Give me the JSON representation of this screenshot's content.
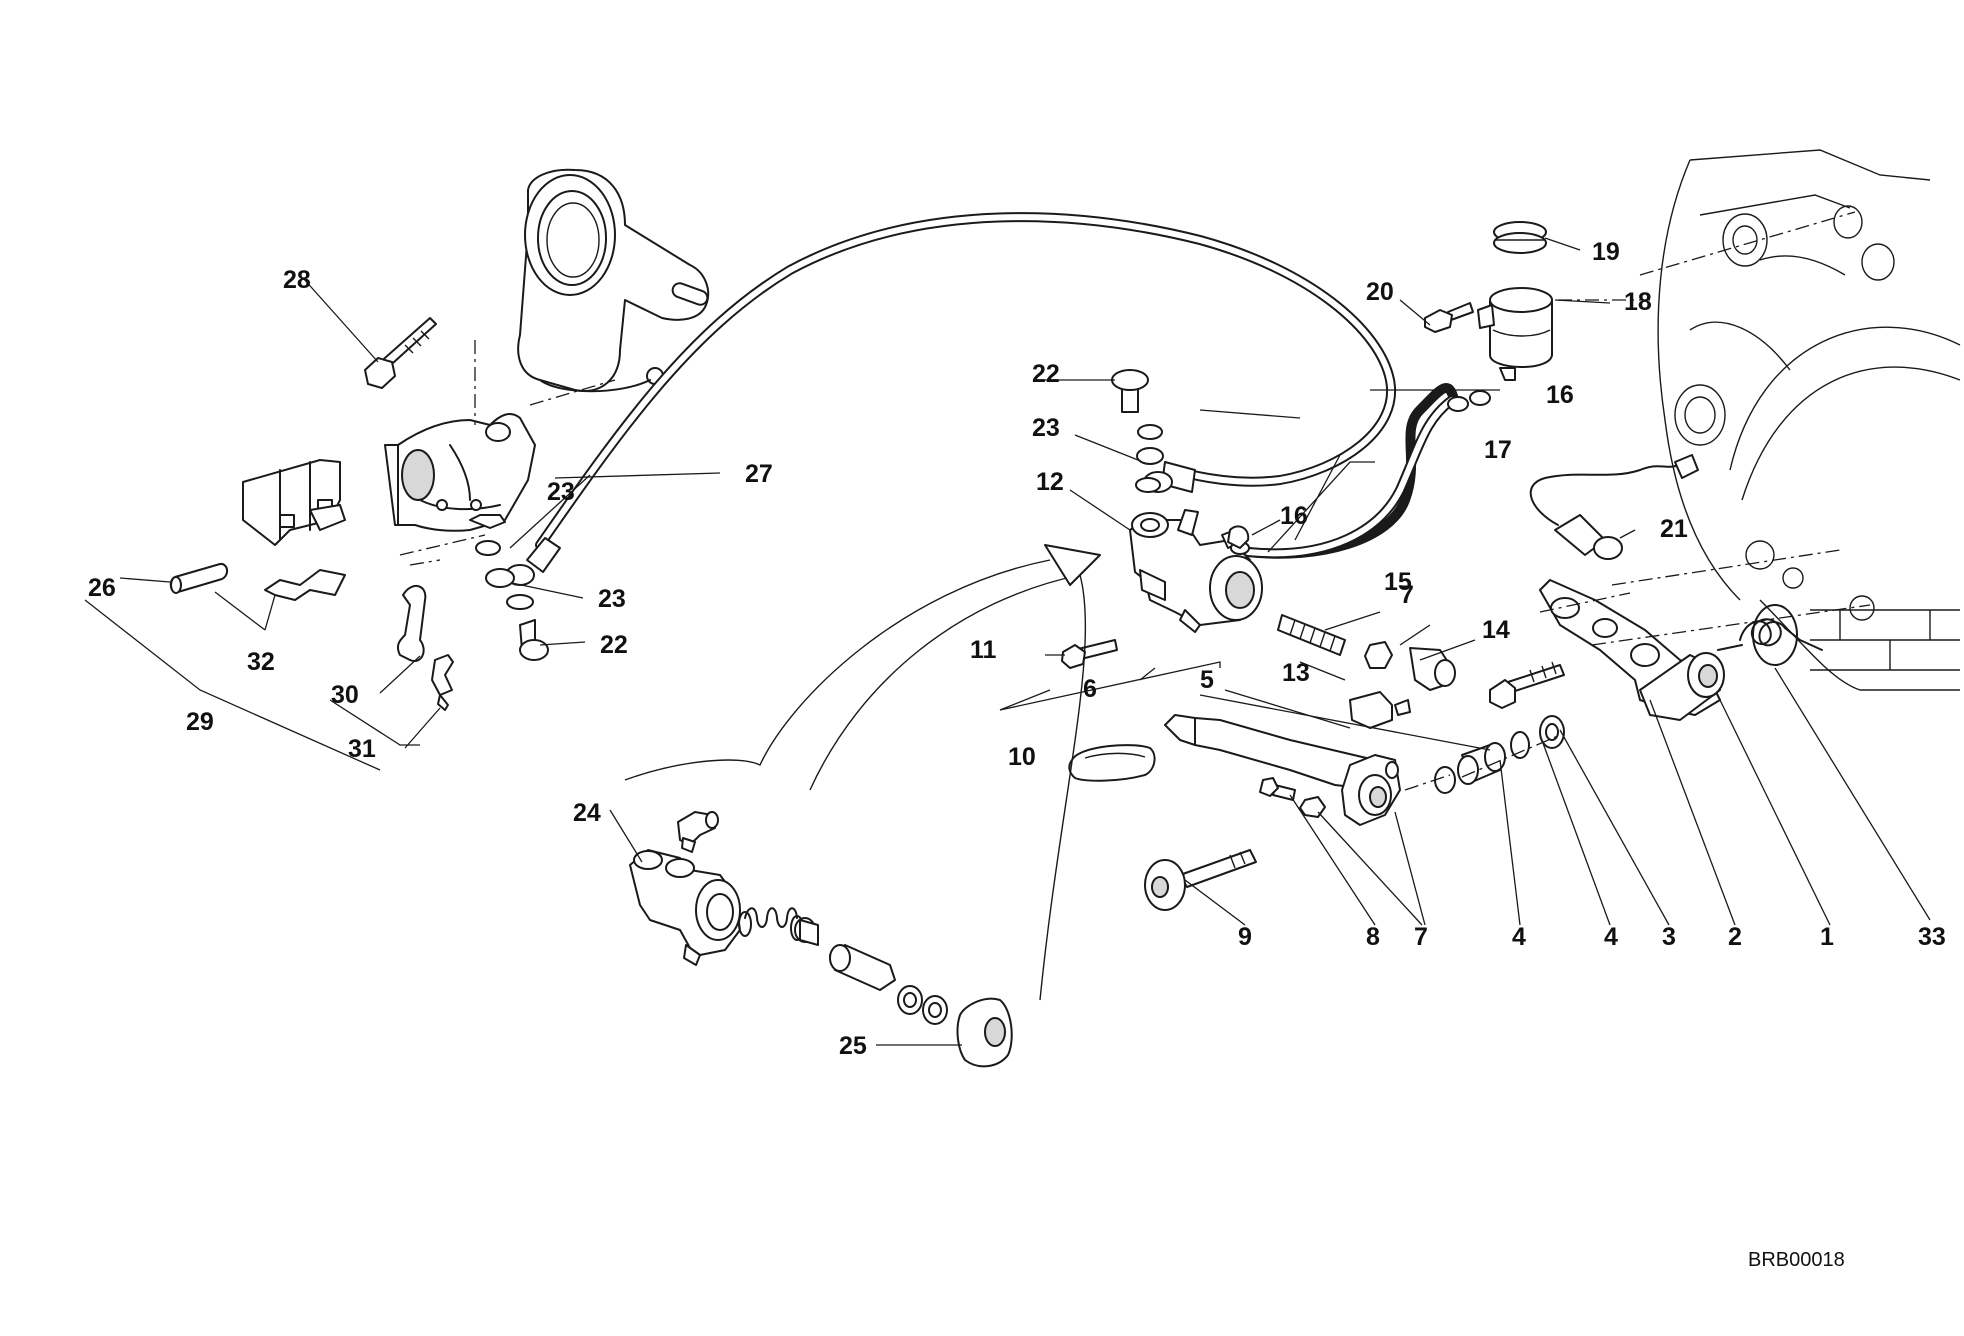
{
  "drawing_ref": "BRB00018",
  "callouts": [
    "1",
    "2",
    "3",
    "4",
    "4",
    "5",
    "6",
    "7",
    "7",
    "8",
    "9",
    "10",
    "11",
    "12",
    "13",
    "14",
    "15",
    "16",
    "16",
    "17",
    "18",
    "19",
    "20",
    "21",
    "22",
    "22",
    "23",
    "23",
    "23",
    "24",
    "25",
    "26",
    "27",
    "28",
    "29",
    "30",
    "31",
    "32",
    "33"
  ]
}
